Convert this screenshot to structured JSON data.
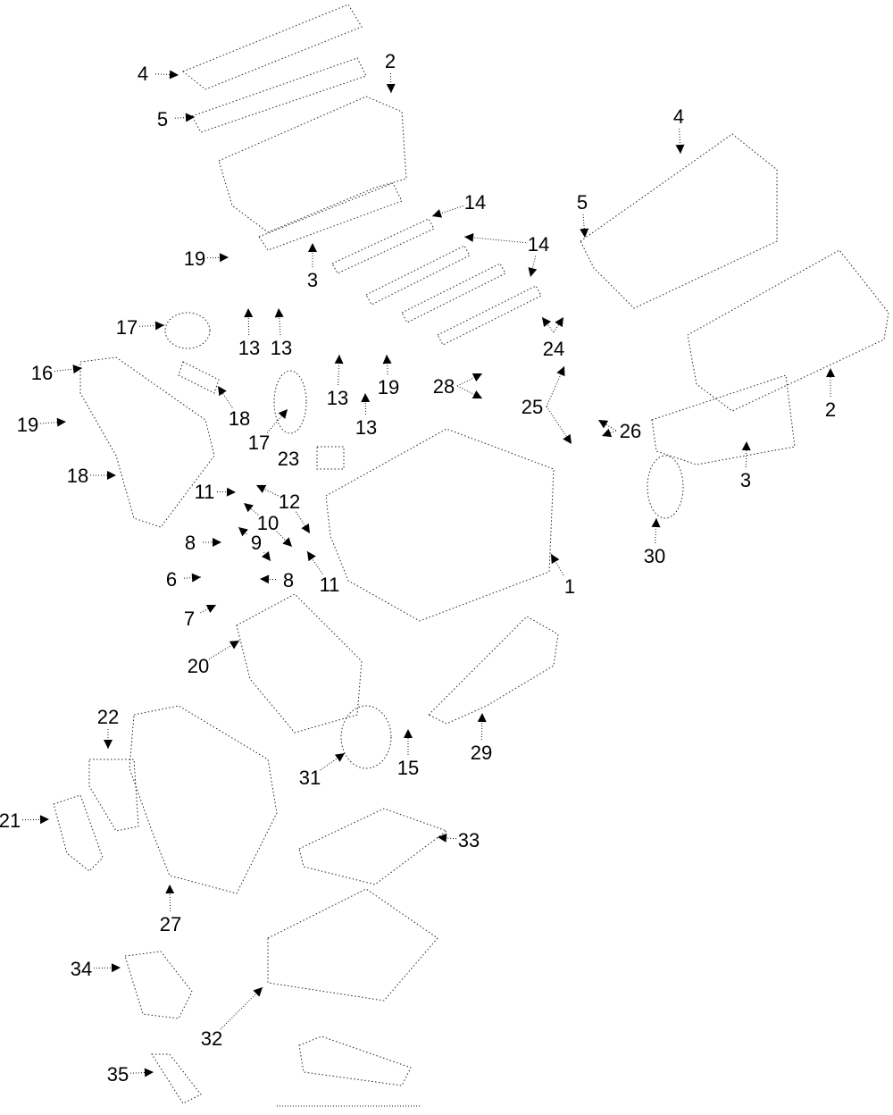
{
  "diagram": {
    "title": "Engine exploded parts diagram",
    "callouts": [
      {
        "id": "c4a",
        "label": "4"
      },
      {
        "id": "c2a",
        "label": "2"
      },
      {
        "id": "c5a",
        "label": "5"
      },
      {
        "id": "c4b",
        "label": "4"
      },
      {
        "id": "c14a",
        "label": "14"
      },
      {
        "id": "c5b",
        "label": "5"
      },
      {
        "id": "c14b",
        "label": "14"
      },
      {
        "id": "c19a",
        "label": "19"
      },
      {
        "id": "c3a",
        "label": "3"
      },
      {
        "id": "c17a",
        "label": "17"
      },
      {
        "id": "c13a",
        "label": "13"
      },
      {
        "id": "c13b",
        "label": "13"
      },
      {
        "id": "c24",
        "label": "24"
      },
      {
        "id": "c16",
        "label": "16"
      },
      {
        "id": "c28",
        "label": "28"
      },
      {
        "id": "c13c",
        "label": "13"
      },
      {
        "id": "c19b",
        "label": "19"
      },
      {
        "id": "c2b",
        "label": "2"
      },
      {
        "id": "c25",
        "label": "25"
      },
      {
        "id": "c19c",
        "label": "19"
      },
      {
        "id": "c18a",
        "label": "18"
      },
      {
        "id": "c13d",
        "label": "13"
      },
      {
        "id": "c26",
        "label": "26"
      },
      {
        "id": "c17b",
        "label": "17"
      },
      {
        "id": "c23",
        "label": "23"
      },
      {
        "id": "c18b",
        "label": "18"
      },
      {
        "id": "c3b",
        "label": "3"
      },
      {
        "id": "c11a",
        "label": "11"
      },
      {
        "id": "c12",
        "label": "12"
      },
      {
        "id": "c10",
        "label": "10"
      },
      {
        "id": "c8a",
        "label": "8"
      },
      {
        "id": "c9",
        "label": "9"
      },
      {
        "id": "c30",
        "label": "30"
      },
      {
        "id": "c6",
        "label": "6"
      },
      {
        "id": "c11b",
        "label": "11"
      },
      {
        "id": "c8b",
        "label": "8"
      },
      {
        "id": "c1",
        "label": "1"
      },
      {
        "id": "c7",
        "label": "7"
      },
      {
        "id": "c20",
        "label": "20"
      },
      {
        "id": "c22",
        "label": "22"
      },
      {
        "id": "c29",
        "label": "29"
      },
      {
        "id": "c15",
        "label": "15"
      },
      {
        "id": "c31",
        "label": "31"
      },
      {
        "id": "c21",
        "label": "21"
      },
      {
        "id": "c33",
        "label": "33"
      },
      {
        "id": "c27",
        "label": "27"
      },
      {
        "id": "c34",
        "label": "34"
      },
      {
        "id": "c32",
        "label": "32"
      },
      {
        "id": "c35",
        "label": "35"
      }
    ]
  }
}
